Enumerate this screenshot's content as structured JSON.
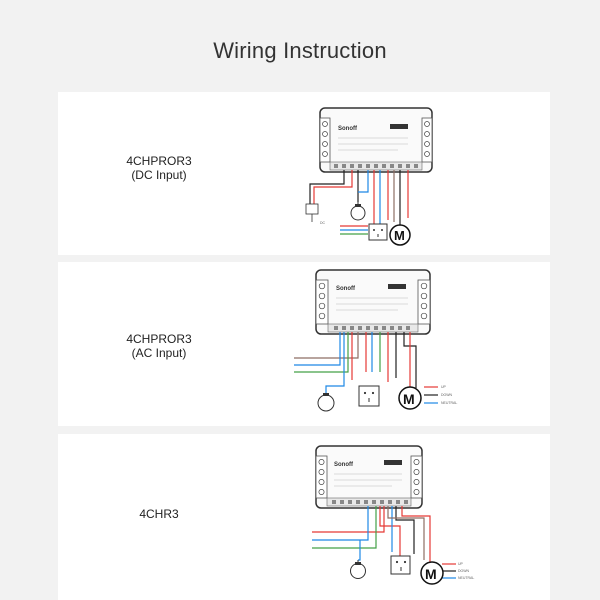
{
  "page": {
    "title": "Wiring Instruction"
  },
  "panels": [
    {
      "label_line1": "4CHPROR3",
      "label_line2": "(DC Input)",
      "device_logo": "Sonoff",
      "components": [
        "switch-module",
        "dc-adapter",
        "light-bulb",
        "power-socket",
        "motor"
      ],
      "motor_symbol": "M",
      "wire_colors": [
        "#e53935",
        "#1e88e5",
        "#43a047",
        "#222222",
        "#8d6e63"
      ]
    },
    {
      "label_line1": "4CHPROR3",
      "label_line2": "(AC Input)",
      "device_logo": "Sonoff",
      "components": [
        "switch-module",
        "light-bulb",
        "power-socket",
        "motor"
      ],
      "motor_symbol": "M",
      "legend": [
        "UP",
        "DOWN",
        "NEUTRAL"
      ],
      "wire_colors": [
        "#e53935",
        "#1e88e5",
        "#43a047",
        "#222222",
        "#8d6e63"
      ]
    },
    {
      "label_line1": "4CHR3",
      "label_line2": "",
      "device_logo": "Sonoff",
      "components": [
        "switch-module",
        "light-bulb",
        "power-socket",
        "motor"
      ],
      "motor_symbol": "M",
      "legend": [
        "UP",
        "DOWN",
        "NEUTRAL"
      ],
      "wire_colors": [
        "#e53935",
        "#1e88e5",
        "#43a047",
        "#222222",
        "#8d6e63"
      ]
    }
  ]
}
